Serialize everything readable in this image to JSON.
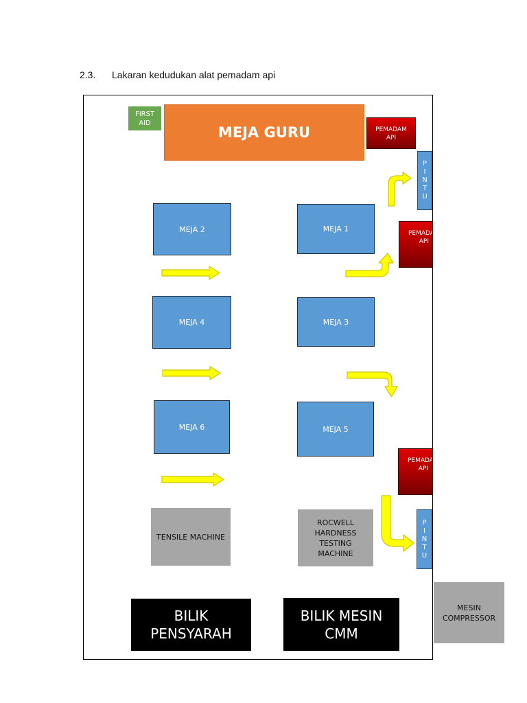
{
  "heading": {
    "number": "2.3.",
    "title": "Lakaran kedudukan alat pemadam api"
  },
  "layout": {
    "first_aid": "FIRST AID",
    "teacher_desk": "MEJA GURU",
    "extinguishers": [
      "PEMADAM API",
      "PEMADAM API",
      "PEMADAM API"
    ],
    "doors": [
      "P I N T U",
      "P I N T U"
    ],
    "tables": {
      "meja_1": "MEJA 1",
      "meja_2": "MEJA 2",
      "meja_3": "MEJA 3",
      "meja_4": "MEJA 4",
      "meja_5": "MEJA 5",
      "meja_6": "MEJA 6"
    },
    "machines": {
      "tensile": "TENSILE MACHINE",
      "rocwell": "ROCWELL HARDNESS TESTING MACHINE",
      "compressor": "MESIN COMPRESSOR"
    },
    "rooms": {
      "pensyarah": "BILIK PENSYARAH",
      "cmm": "BILIK MESIN CMM"
    }
  },
  "colors": {
    "desk": "#5b9bd5",
    "teacher_desk": "#ed7d31",
    "first_aid": "#6aa84f",
    "extinguisher": "#c00000",
    "machine": "#a6a6a6",
    "room": "#000000",
    "arrow_fill": "#ffff00",
    "arrow_stroke": "#d4c400"
  }
}
